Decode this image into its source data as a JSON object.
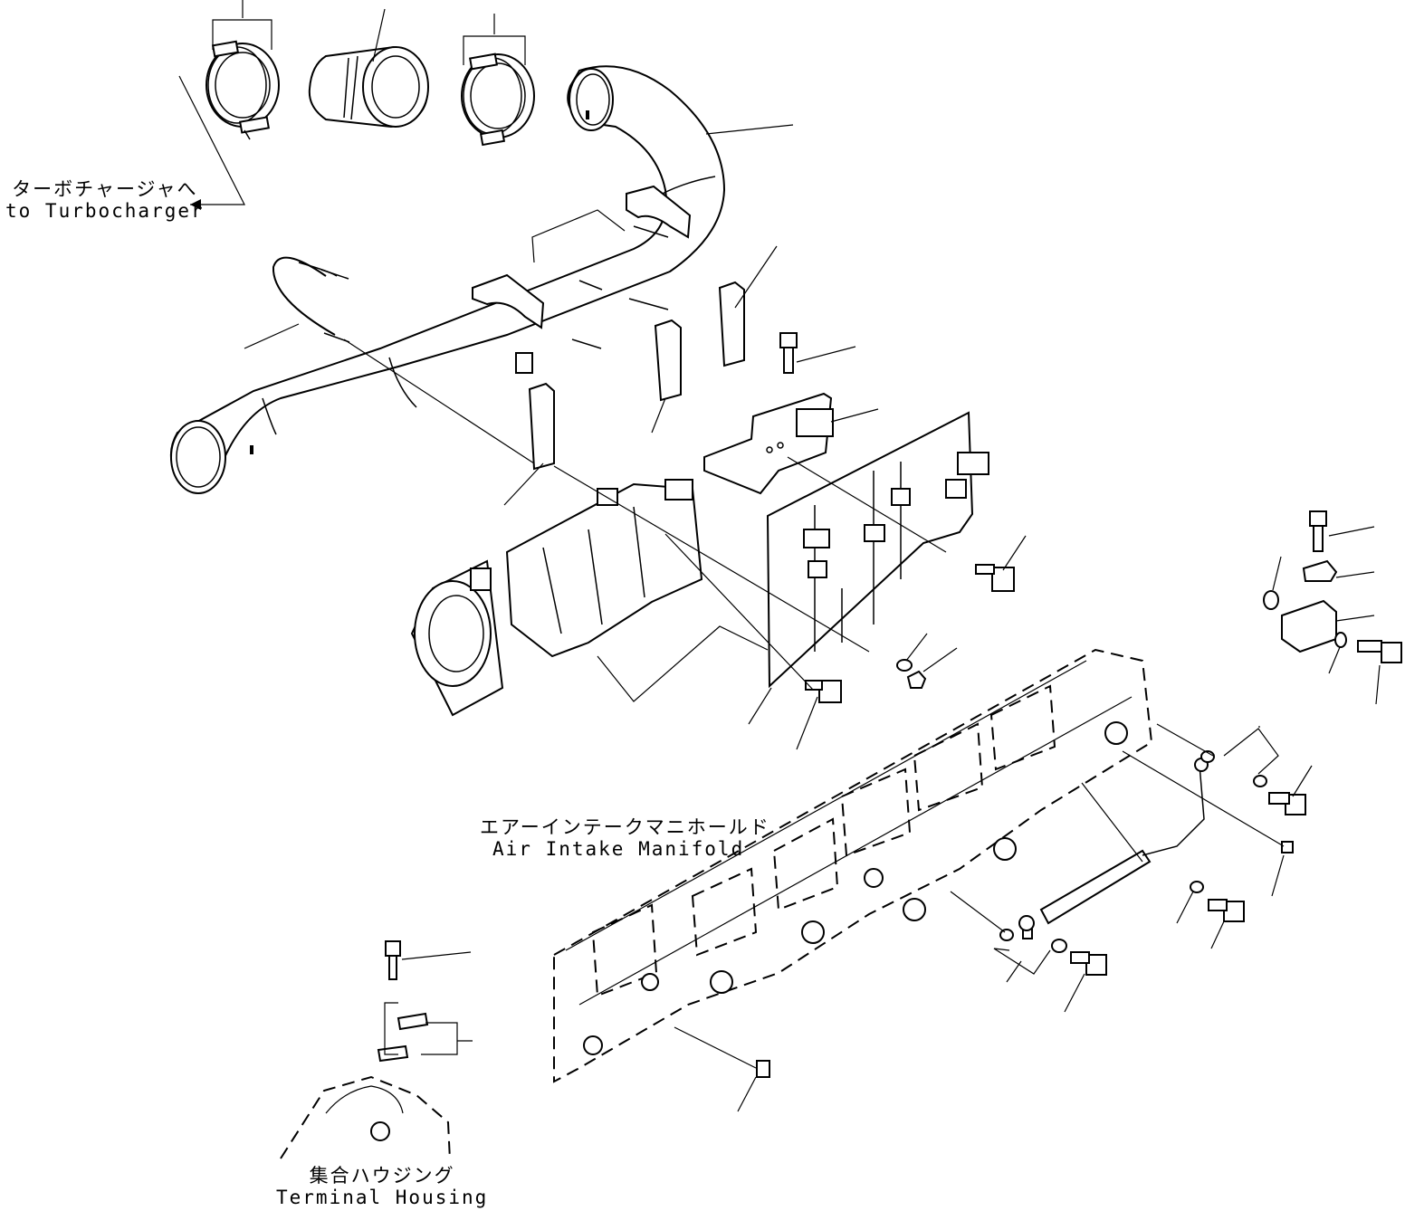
{
  "labels": {
    "turbocharger": {
      "jp": "ターボチャージャへ",
      "en": "to Turbocharger"
    },
    "air_intake_manifold": {
      "jp": "エアーインテークマニホールド",
      "en": "Air Intake Manifold"
    },
    "terminal_housing": {
      "jp": "集合ハウジング",
      "en": "Terminal Housing"
    }
  },
  "colors": {
    "line": "#000000",
    "background": "#ffffff"
  }
}
